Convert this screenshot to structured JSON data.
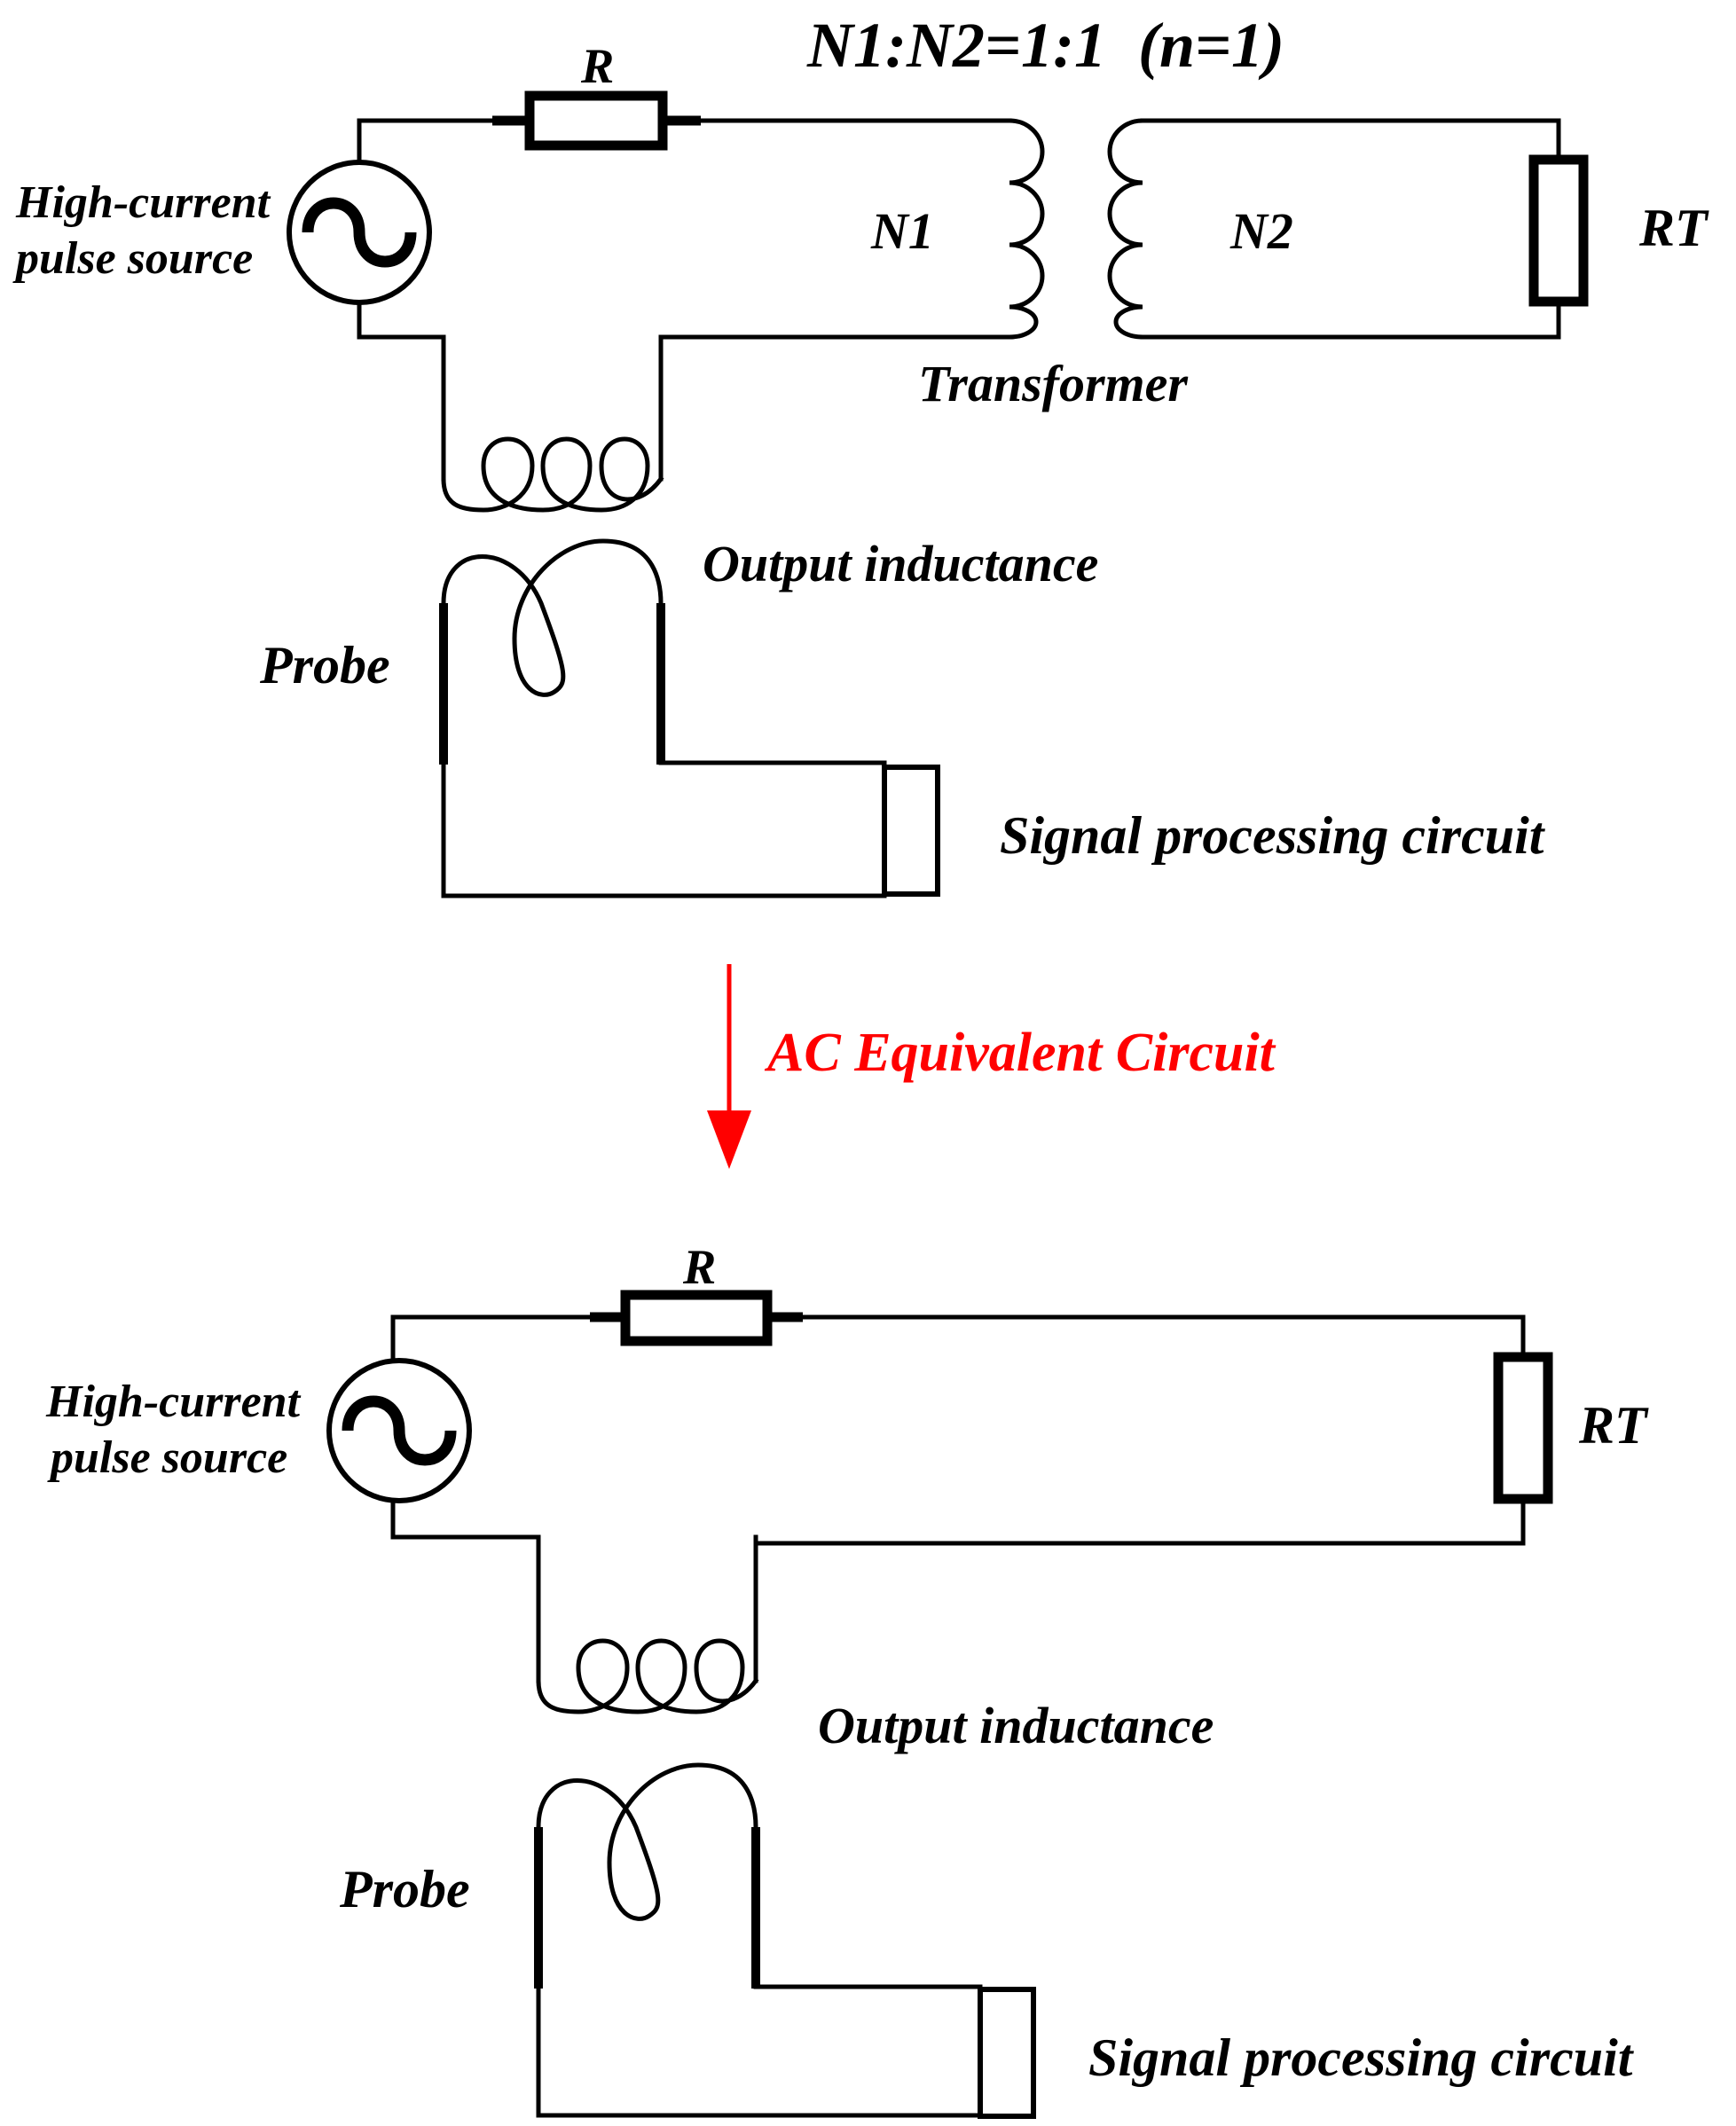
{
  "top": {
    "ratio_label": "N1:N2=1:1  (n=1)",
    "resistor_label": "R",
    "source_label_line1": "High-current",
    "source_label_line2": "pulse source",
    "primary_label": "N1",
    "secondary_label": "N2",
    "load_label": "RT",
    "transformer_label": "Transformer",
    "output_inductance_label": "Output inductance",
    "probe_label": "Probe",
    "signal_circuit_label": "Signal processing circuit"
  },
  "transition": {
    "label": "AC Equivalent Circuit",
    "color": "#ff0000"
  },
  "bottom": {
    "resistor_label": "R",
    "source_label_line1": "High-current",
    "source_label_line2": "pulse source",
    "load_label": "RT",
    "output_inductance_label": "Output inductance",
    "probe_label": "Probe",
    "signal_circuit_label": "Signal processing circuit"
  }
}
